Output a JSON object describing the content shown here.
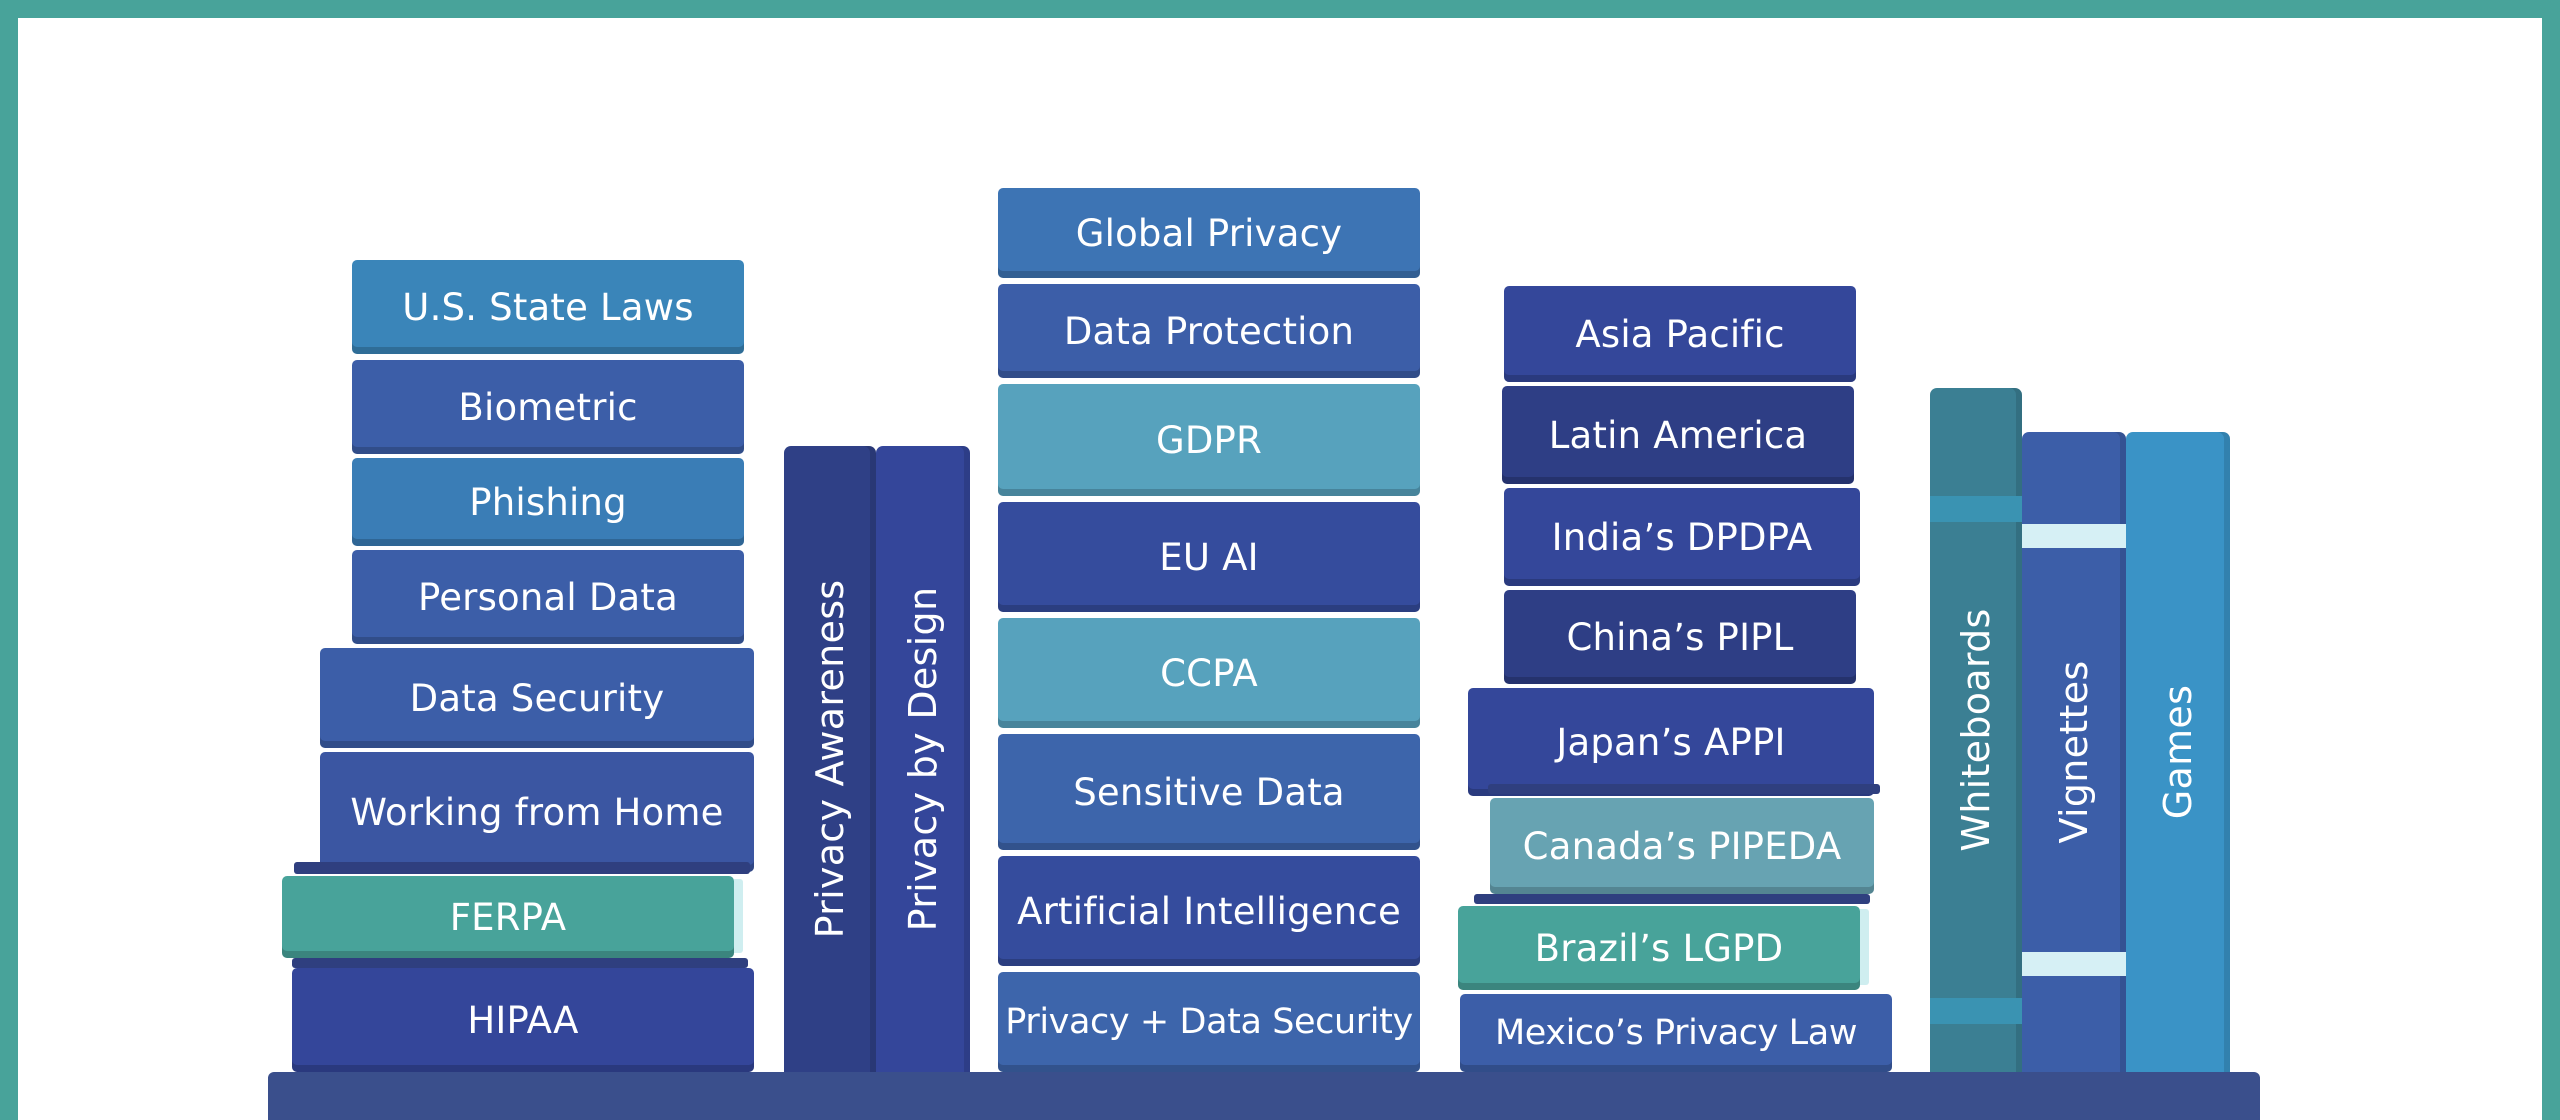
{
  "colors": {
    "frame": "#48a39a",
    "shelf": "#3a4f8c",
    "royal": "#3c5aa6",
    "navy": "#34469a",
    "steel": "#3b82b8",
    "aqua": "#57a2bd",
    "teal": "#48a39a"
  },
  "stacks": {
    "left": [
      "U.S. State Laws",
      "Biometric",
      "Phishing",
      "Personal Data",
      "Data Security",
      "Working from Home",
      "FERPA",
      "HIPAA"
    ],
    "standing": [
      "Privacy Awareness",
      "Privacy by Design"
    ],
    "center": [
      "Global Privacy",
      "Data Protection",
      "GDPR",
      "EU AI",
      "CCPA",
      "Sensitive Data",
      "Artificial Intelligence",
      "Privacy + Data Security"
    ],
    "right": [
      "Asia Pacific",
      "Latin America",
      "India’s DPDPA",
      "China’s PIPL",
      "Japan’s APPI",
      "Canada’s PIPEDA",
      "Brazil’s LGPD",
      "Mexico’s  Privacy Law"
    ],
    "tall": [
      "Whiteboards",
      "Vignettes",
      "Games"
    ]
  }
}
